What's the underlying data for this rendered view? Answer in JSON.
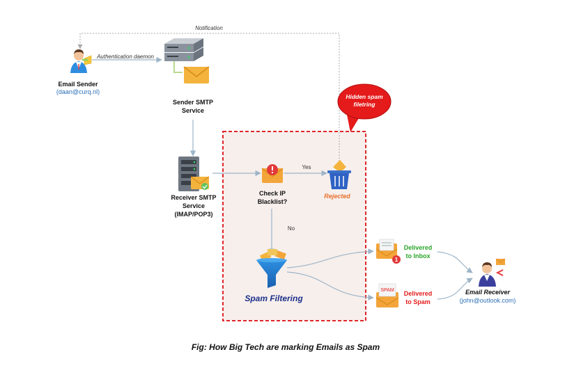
{
  "notification_label": "Notification",
  "auth_label": "Authentication daemon",
  "sender": {
    "title": "Email Sender",
    "email": "(daan@curq.nl)"
  },
  "sender_smtp": {
    "line1": "Sender SMTP",
    "line2": "Service"
  },
  "receiver_smtp": {
    "line1": "Receiver SMTP",
    "line2": "Service",
    "line3": "(IMAP/POP3)"
  },
  "hidden_filter": {
    "line1": "Hidden spam",
    "line2": "filetring"
  },
  "check_ip": {
    "line1": "Check IP",
    "line2": "Blacklist?"
  },
  "yes_label": "Yes",
  "no_label": "No",
  "rejected_label": "Rejected",
  "spam_filtering_label": "Spam Filtering",
  "inbox": {
    "line1": "Delivered",
    "line2": "to Inbox",
    "badge": "1"
  },
  "spam": {
    "line1": "Delivered",
    "line2": "to Spam",
    "tag": "SPAM"
  },
  "receiver": {
    "title": "Email Receiver",
    "email": "(john@outlook.com)"
  },
  "caption": "Fig: How Big Tech are marking Emails as Spam",
  "colors": {
    "dashed_box": "#e0262b",
    "box_fill": "#f7efec",
    "callout": "#e51a1a",
    "rejected": "#e8702a",
    "inbox_text": "#2aa52a",
    "spam_text": "#e31b1b",
    "spam_filtering_text": "#1b2f8a",
    "email_text": "#2c6fb8",
    "connector": "#9db5c8"
  }
}
